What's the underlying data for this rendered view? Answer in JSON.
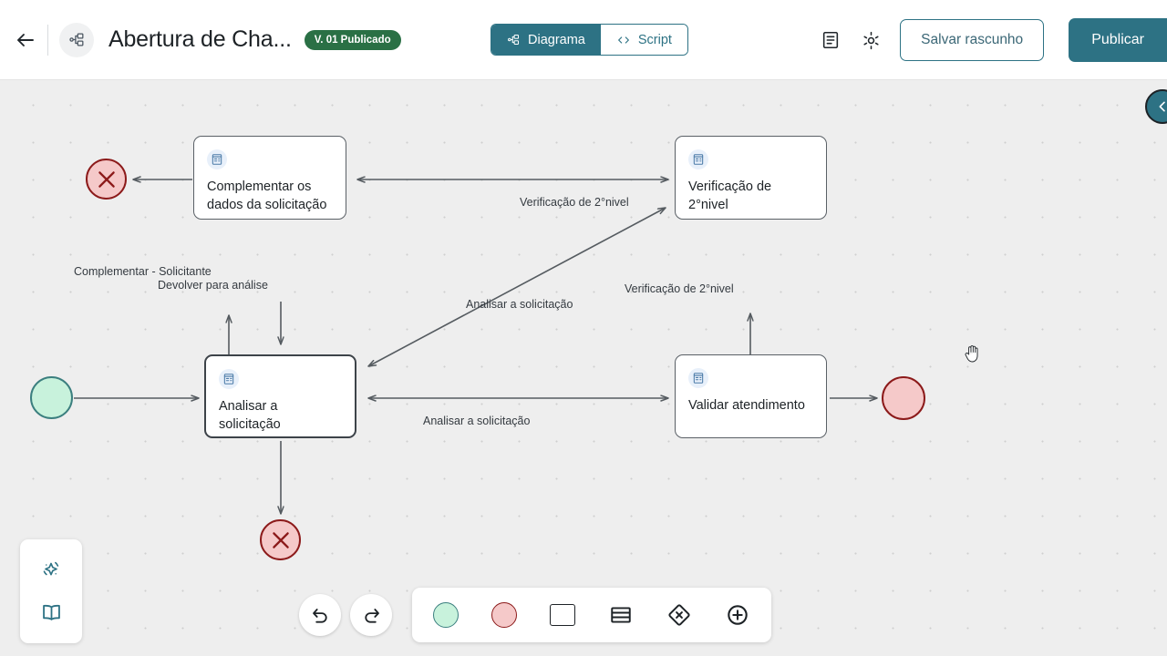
{
  "header": {
    "back_icon": "arrow-left-icon",
    "process_icon": "process-node-icon",
    "title": "Abertura de Cha...",
    "badge": "V. 01 Publicado",
    "badge_color": "#2a7045",
    "tabs": [
      {
        "label": "Diagrama",
        "icon": "diagram-icon",
        "active": true
      },
      {
        "label": "Script",
        "icon": "code-brackets-icon",
        "active": false
      }
    ],
    "doc_icon": "document-icon",
    "settings_icon": "gear-icon",
    "save_label": "Salvar rascunho",
    "publish_label": "Publicar",
    "accent_color": "#2d7284"
  },
  "canvas": {
    "grid": true,
    "background": "#eeeeee",
    "collapse_icon": "chevron-left-icon",
    "cursor": "grab-hand-cursor",
    "left_panel": [
      {
        "icon": "sparkle-ai-icon"
      },
      {
        "icon": "book-icon"
      }
    ],
    "nodes": [
      {
        "id": "complementar",
        "label": "Complementar os dados da solicitação",
        "icon": "form-icon",
        "type": "task",
        "selected": false
      },
      {
        "id": "verificacao",
        "label": "Verificação de 2°nivel",
        "icon": "form-icon",
        "type": "task",
        "selected": false
      },
      {
        "id": "analisar",
        "label": "Analisar a solicitação",
        "icon": "form-icon",
        "type": "task",
        "selected": true
      },
      {
        "id": "validar",
        "label": "Validar atendimento",
        "icon": "form-icon",
        "type": "task",
        "selected": false
      }
    ],
    "events": [
      {
        "id": "start",
        "type": "start-event",
        "fill": "#c8f2dc",
        "stroke": "#3b7f7f"
      },
      {
        "id": "end",
        "type": "end-event",
        "fill": "#f5c9c9",
        "stroke": "#8c1a1a"
      },
      {
        "id": "cancel1",
        "type": "cancel-event",
        "fill": "#f5c9c9",
        "stroke": "#8c1a1a"
      },
      {
        "id": "cancel2",
        "type": "cancel-event",
        "fill": "#f5c9c9",
        "stroke": "#8c1a1a"
      }
    ],
    "edge_labels": [
      {
        "id": "lbl-complementar-solicitante",
        "text": "Complementar - Solicitante"
      },
      {
        "id": "lbl-devolver",
        "text": "Devolver para análise"
      },
      {
        "id": "lbl-verificacao-top",
        "text": "Verificação de 2°nivel"
      },
      {
        "id": "lbl-analisar-diag",
        "text": "Analisar a solicitação"
      },
      {
        "id": "lbl-verificacao-right",
        "text": "Verificação de 2°nivel"
      },
      {
        "id": "lbl-analisar-bottom",
        "text": "Analisar a solicitação"
      }
    ]
  },
  "toolbar": {
    "undo_icon": "undo-icon",
    "redo_icon": "redo-icon",
    "palette": [
      {
        "id": "start-event",
        "icon": "start-event-icon"
      },
      {
        "id": "end-event",
        "icon": "end-event-icon"
      },
      {
        "id": "task",
        "icon": "rectangle-icon"
      },
      {
        "id": "lane",
        "icon": "lanes-icon"
      },
      {
        "id": "gateway",
        "icon": "gateway-diamond-icon"
      },
      {
        "id": "add",
        "icon": "plus-circle-icon"
      }
    ]
  }
}
